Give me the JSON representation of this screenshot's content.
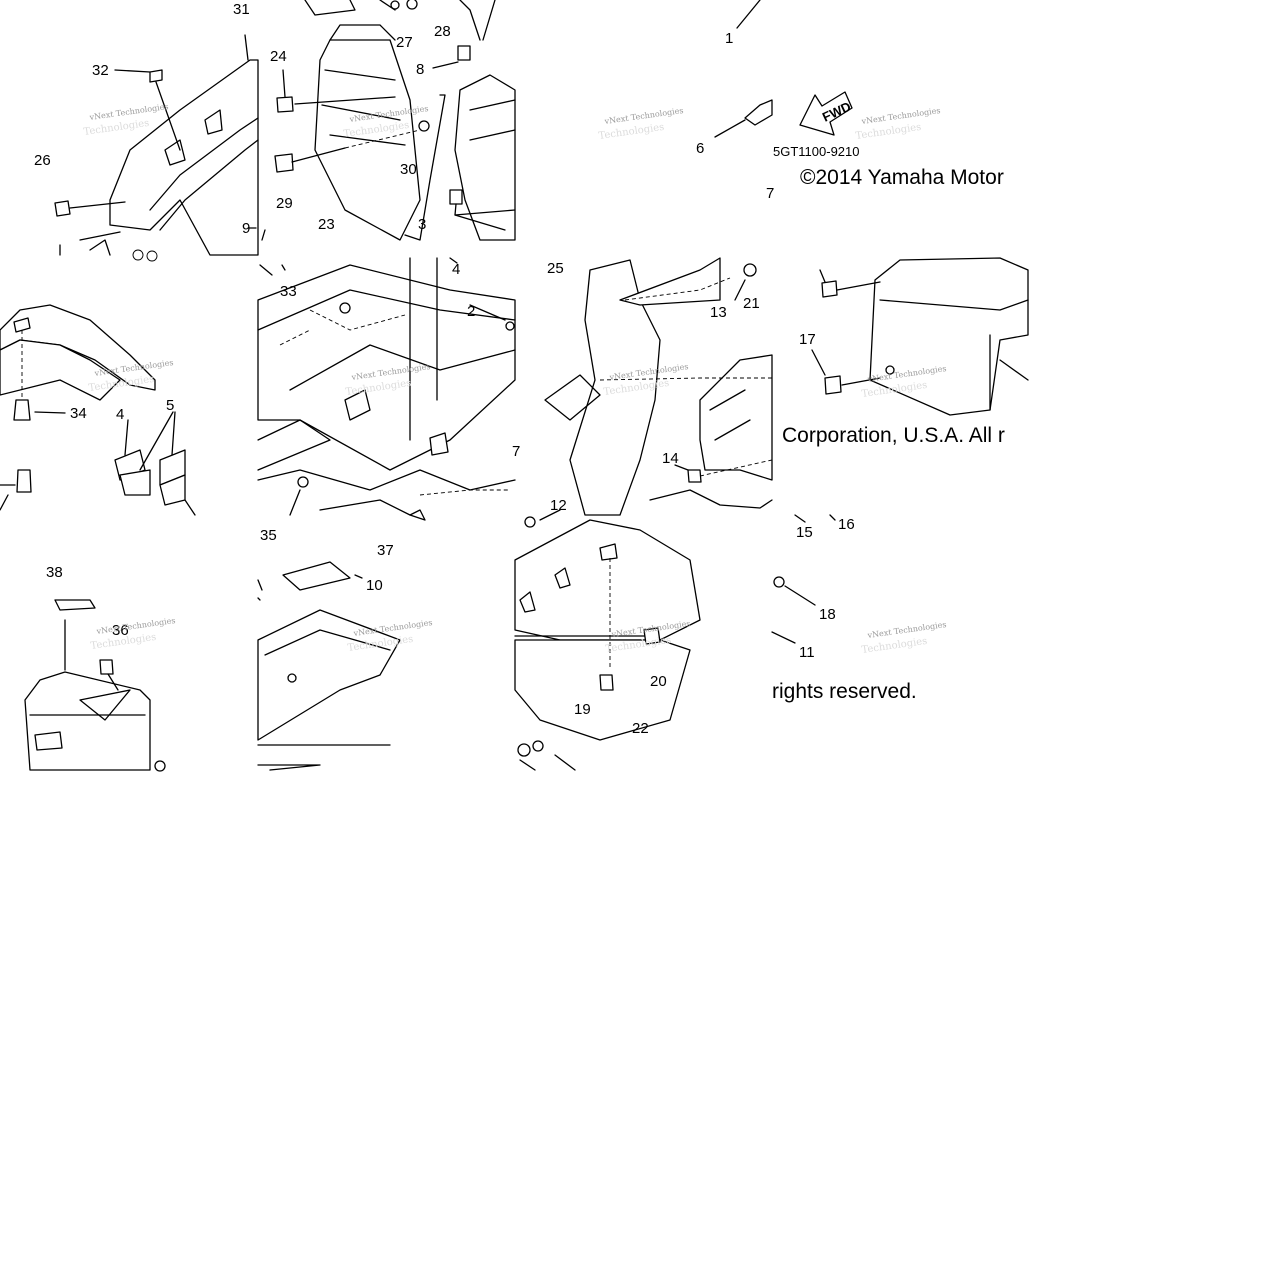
{
  "diagram": {
    "callouts": [
      "1",
      "2",
      "3",
      "4",
      "4",
      "5",
      "6",
      "7",
      "7",
      "8",
      "9",
      "10",
      "11",
      "12",
      "13",
      "14",
      "15",
      "16",
      "17",
      "18",
      "19",
      "20",
      "21",
      "22",
      "23",
      "24",
      "25",
      "26",
      "27",
      "28",
      "29",
      "30",
      "31",
      "32",
      "33",
      "34",
      "35",
      "36",
      "37",
      "38"
    ],
    "fwd_label": "FWD",
    "diagram_code": "5GT1100-9210",
    "copyright": {
      "part1": "©2014 Yamaha Motor",
      "part2": "Corporation, U.S.A. All r",
      "part3": "rights reserved."
    },
    "watermark": {
      "line1": "vNext Technologies",
      "line2": "Technologies"
    }
  }
}
